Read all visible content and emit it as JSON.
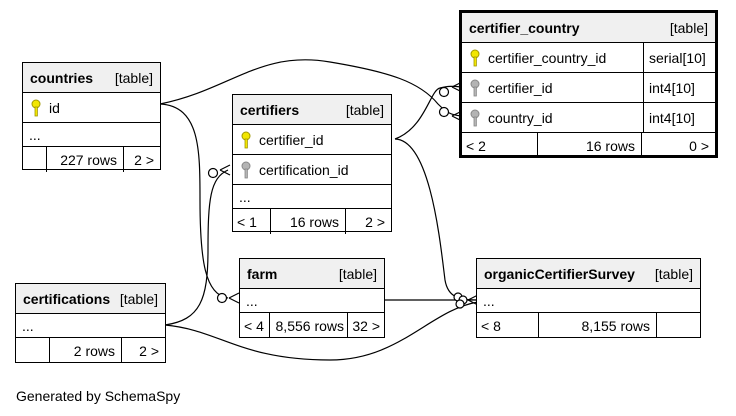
{
  "tables": {
    "certifier_country": {
      "name": "certifier_country",
      "type": "[table]",
      "columns": [
        {
          "name": "certifier_country_id",
          "type": "serial[10]",
          "key": "primary"
        },
        {
          "name": "certifier_id",
          "type": "int4[10]",
          "key": "foreign"
        },
        {
          "name": "country_id",
          "type": "int4[10]",
          "key": "foreign"
        }
      ],
      "footer": {
        "parents": "< 2",
        "rows": "16 rows",
        "children": "0 >"
      }
    },
    "countries": {
      "name": "countries",
      "type": "[table]",
      "columns": [
        {
          "name": "id",
          "key": "primary"
        }
      ],
      "more": "...",
      "footer": {
        "parents": "",
        "rows": "227 rows",
        "children": "2 >"
      }
    },
    "certifiers": {
      "name": "certifiers",
      "type": "[table]",
      "columns": [
        {
          "name": "certifier_id",
          "key": "primary"
        },
        {
          "name": "certification_id",
          "key": "foreign"
        }
      ],
      "more": "...",
      "footer": {
        "parents": "< 1",
        "rows": "16 rows",
        "children": "2 >"
      }
    },
    "farm": {
      "name": "farm",
      "type": "[table]",
      "more": "...",
      "footer": {
        "parents": "< 4",
        "rows": "8,556 rows",
        "children": "32 >"
      }
    },
    "certifications": {
      "name": "certifications",
      "type": "[table]",
      "more": "...",
      "footer": {
        "parents": "",
        "rows": "2 rows",
        "children": "2 >"
      }
    },
    "organicCertifierSurvey": {
      "name": "organicCertifierSurvey",
      "type": "[table]",
      "more": "...",
      "footer": {
        "parents": "< 8",
        "rows": "8,155 rows",
        "children": ""
      }
    }
  },
  "colors": {
    "primary_key": "#f2e600",
    "foreign_key": "#b4b4b4",
    "header_bg": "#f0f0f0"
  },
  "caption": "Generated by SchemaSpy"
}
